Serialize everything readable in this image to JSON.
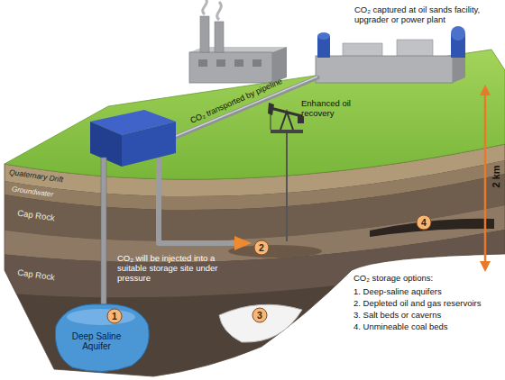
{
  "diagram": {
    "nodes": [
      {
        "text": [
          "Deep Saline Aquifer"
        ]
      },
      {
        "text": [
          "1"
        ],
        "in": 0
      },
      {
        "text": [
          "2"
        ]
      },
      {
        "text": [
          "3"
        ]
      },
      {
        "text": [
          "4"
        ]
      }
    ],
    "labels": [
      "CO₂ captured at oil sands facility, upgrader or power plant",
      "CO₂ transported by pipeline",
      "Enhanced oil recovery",
      "Quaternary Drift",
      "Groundwater",
      "Cap Rock",
      "Cap Rock",
      "CO₂ will be injected into a suitable storage site under pressure",
      "2 km",
      "CO₂ storage options:",
      "1. Deep-saline aquifers",
      "2. Depleted oil and gas reservoirs",
      "3. Salt beds or caverns",
      "4. Unmineable coal beds"
    ]
  }
}
